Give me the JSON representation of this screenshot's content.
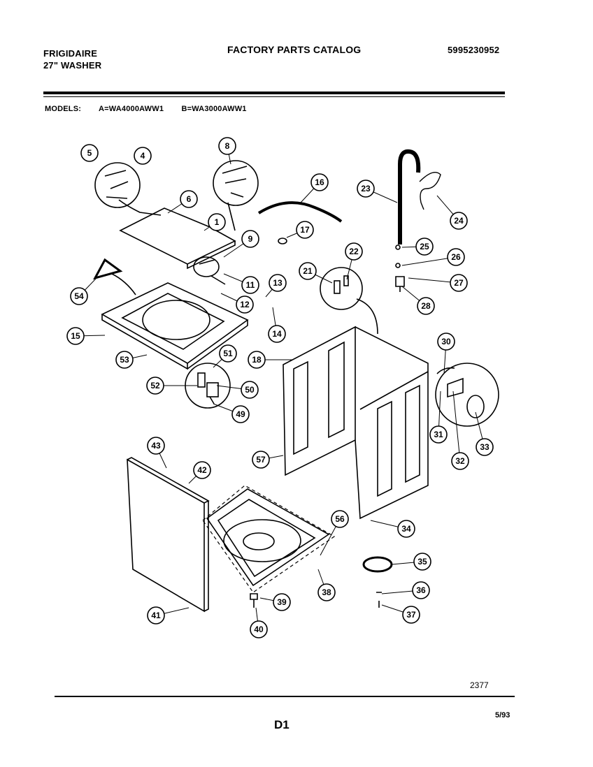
{
  "header": {
    "brand": "FRIGIDAIRE",
    "product": "27\" WASHER",
    "catalog_title": "FACTORY PARTS CATALOG",
    "catalog_number": "5995230952"
  },
  "models": {
    "label": "MODELS:",
    "a": "A=WA4000AWW1",
    "b": "B=WA3000AWW1"
  },
  "callouts": [
    "1",
    "4",
    "5",
    "6",
    "8",
    "9",
    "11",
    "12",
    "13",
    "14",
    "15",
    "16",
    "17",
    "18",
    "21",
    "22",
    "23",
    "24",
    "25",
    "26",
    "27",
    "28",
    "30",
    "31",
    "32",
    "33",
    "34",
    "35",
    "36",
    "37",
    "38",
    "39",
    "40",
    "41",
    "42",
    "43",
    "49",
    "50",
    "51",
    "52",
    "53",
    "54",
    "56",
    "57"
  ],
  "footer": {
    "diagram_number": "2377",
    "page": "D1",
    "date": "5/93"
  }
}
